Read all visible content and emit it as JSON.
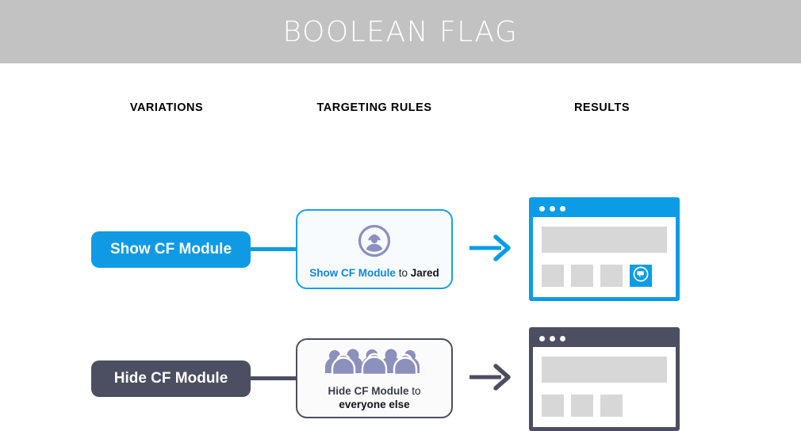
{
  "header": {
    "title": "BOOLEAN FLAG",
    "background_color": "#c2c2c2",
    "text_color": "#ffffff"
  },
  "columns": {
    "variations": "VARIATIONS",
    "targeting_rules": "TARGETING RULES",
    "results": "RESULTS"
  },
  "colors": {
    "blue": "#109ae4",
    "blue_dark": "#1186dd",
    "slate": "#4c4e61",
    "icon_purple": "#8b90bd",
    "placeholder_gray": "#d7d7d7",
    "card_blue_fill": "#f8fbfd"
  },
  "rows": [
    {
      "id": "show",
      "variation_label": "Show CF Module",
      "variation_color": "#109ae4",
      "rule": {
        "icon": "person-icon",
        "highlight": "Show CF Module",
        "connector": "to",
        "target": "Jared",
        "border_color": "#1aa0e6"
      },
      "arrow_color": "#0b9ce6",
      "result": {
        "frame_color": "#0b9ce6",
        "dots": 3,
        "tiles": 4,
        "flagged_tile_index": 3,
        "flagged_tile_icon": "chat-flag-icon"
      }
    },
    {
      "id": "hide",
      "variation_label": "Hide CF Module",
      "variation_color": "#4c4e61",
      "rule": {
        "icon": "crowd-icon",
        "highlight": "Hide CF Module",
        "connector": "to",
        "target": "everyone else",
        "border_color": "#4c4e61"
      },
      "arrow_color": "#4c4e61",
      "result": {
        "frame_color": "#4c4e61",
        "dots": 3,
        "tiles": 3,
        "flagged_tile_index": -1,
        "flagged_tile_icon": ""
      }
    }
  ]
}
